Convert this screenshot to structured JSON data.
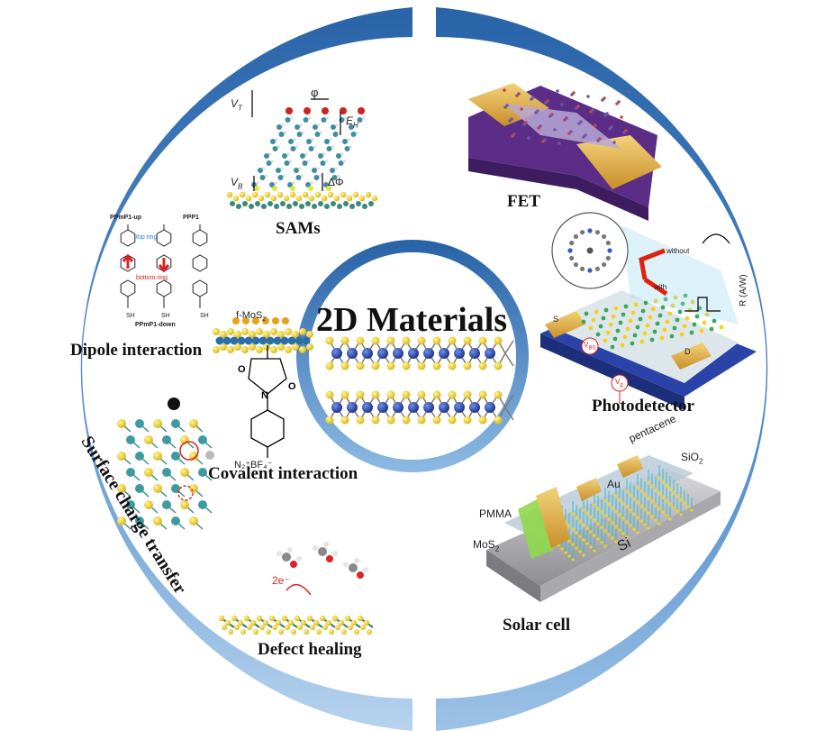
{
  "center": {
    "title": "2D Materials"
  },
  "left_panels": {
    "sams": "SAMs",
    "dipole": "Dipole interaction",
    "covalent": "Covalent interaction",
    "surface_charge": "Surface charge transfer",
    "defect": "Defect healing"
  },
  "right_panels": {
    "fet": "FET",
    "photodetector": "Photodetector",
    "solar": "Solar cell"
  },
  "annotations": {
    "vt": "V",
    "vt_sub": "T",
    "vb": "V",
    "vb_sub": "B",
    "eh": "E",
    "eh_sub": "H",
    "phi": "φ",
    "delta_phi": "ΔΦ",
    "ppmp1_up": "PPmP1-up",
    "ppmp1_down": "PPmP1-down",
    "ppp1": "PPP1",
    "top_ring": "top ring",
    "bottom_ring": "bottom ring",
    "sh": "SH",
    "f_mos2": "f-MoS",
    "f_mos2_sub": "2",
    "n2bf4": "N₂⁺BF₄⁻",
    "two_e": "2e⁻",
    "without": "without",
    "with": "with",
    "r_aw": "R (A/W)",
    "vbs": "V",
    "vbs_sub": "BS",
    "vg": "V",
    "vg_sub": "g",
    "s_label": "S",
    "d_label": "D",
    "pentacene": "pentacene",
    "sio2": "SiO",
    "sio2_sub": "2",
    "au": "Au",
    "pmma": "PMMA",
    "mos2": "MoS",
    "mos2_sub": "2",
    "si": "Si"
  },
  "colors": {
    "ring_dark": "#2a64a8",
    "ring_light": "#9dc3e6",
    "mo_atom": "#1f3fa0",
    "s_atom": "#f2d21c",
    "gold": "#e8b94a",
    "purple": "#5b2d86"
  }
}
